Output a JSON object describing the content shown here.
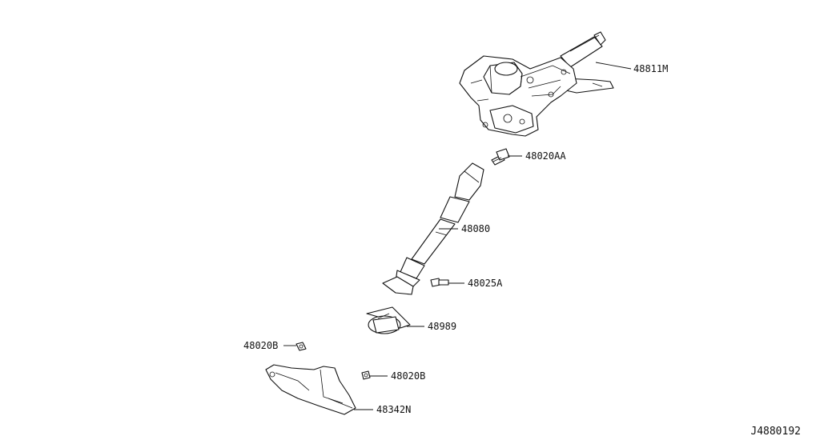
{
  "diagram_id": "J4880192",
  "parts": [
    {
      "id": "column",
      "label": "48811M"
    },
    {
      "id": "bolt-top",
      "label": "48020AA"
    },
    {
      "id": "shaft",
      "label": "48080"
    },
    {
      "id": "bolt-mid",
      "label": "48025A"
    },
    {
      "id": "seal",
      "label": "48989"
    },
    {
      "id": "nut-left",
      "label": "48020B"
    },
    {
      "id": "nut-right",
      "label": "48020B"
    },
    {
      "id": "cover",
      "label": "48342N"
    }
  ]
}
